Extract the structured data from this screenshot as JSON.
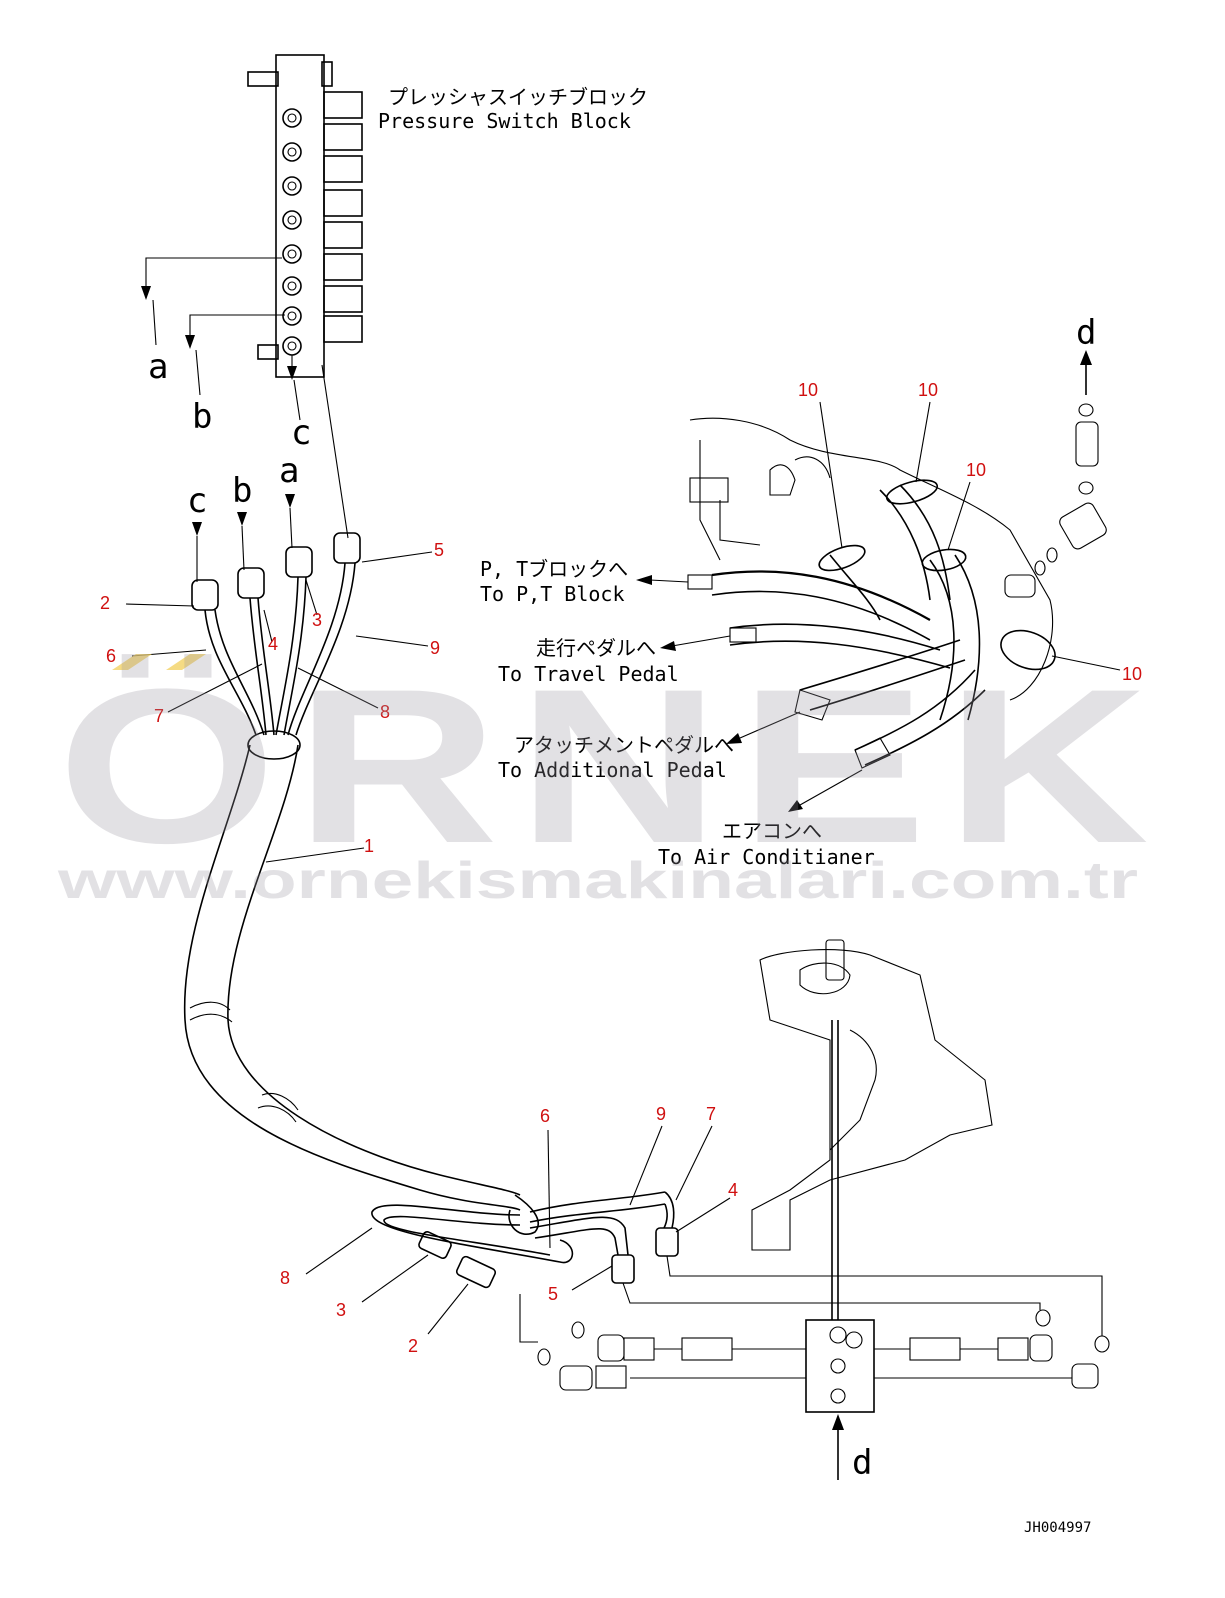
{
  "labels": {
    "pressure_switch_jp": "プレッシャスイッチブロック",
    "pressure_switch_en": "Pressure Switch Block",
    "pt_block_jp": "P, Tブロックへ",
    "pt_block_en": "To P,T Block",
    "travel_jp": "走行ペダルへ",
    "travel_en": "To Travel Pedal",
    "additional_jp": "アタッチメントペダルへ",
    "additional_en": "To Additional Pedal",
    "aircon_jp": "エアコンへ",
    "aircon_en": "To Air Conditianer",
    "drawing_code": "JH004997"
  },
  "connection_letters": {
    "a": "a",
    "b": "b",
    "c": "c",
    "d": "d"
  },
  "part_numbers": {
    "n1": "1",
    "n2": "2",
    "n3": "3",
    "n4": "4",
    "n5": "5",
    "n6": "6",
    "n7": "7",
    "n8": "8",
    "n9": "9",
    "n10": "10"
  },
  "watermark": {
    "brand": "ÖRNEK",
    "url": "www.ornekismakinalari.com.tr"
  }
}
